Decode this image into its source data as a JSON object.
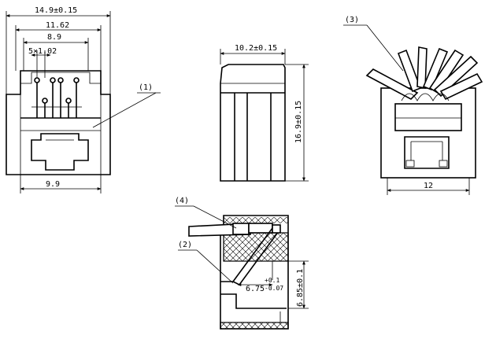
{
  "front_view": {
    "dims": {
      "overall_width": "14.9±0.15",
      "inner_width": "11.62",
      "pin_span": "8.9",
      "pin_pitch": "5×1.02",
      "bottom_width": "9.9"
    },
    "callout": "(1)"
  },
  "side_view": {
    "dims": {
      "depth": "10.2±0.15",
      "height": "16.9±0.15"
    }
  },
  "rear_view": {
    "dims": {
      "width": "12"
    },
    "callout": "(3)"
  },
  "section_view": {
    "dims": {
      "contact_height": "6.85±0.1",
      "contact_len": "6.75",
      "tol_plus": "+0.1",
      "tol_minus": "-0.07"
    },
    "callout_top": "(4)",
    "callout_mid": "(2)"
  }
}
